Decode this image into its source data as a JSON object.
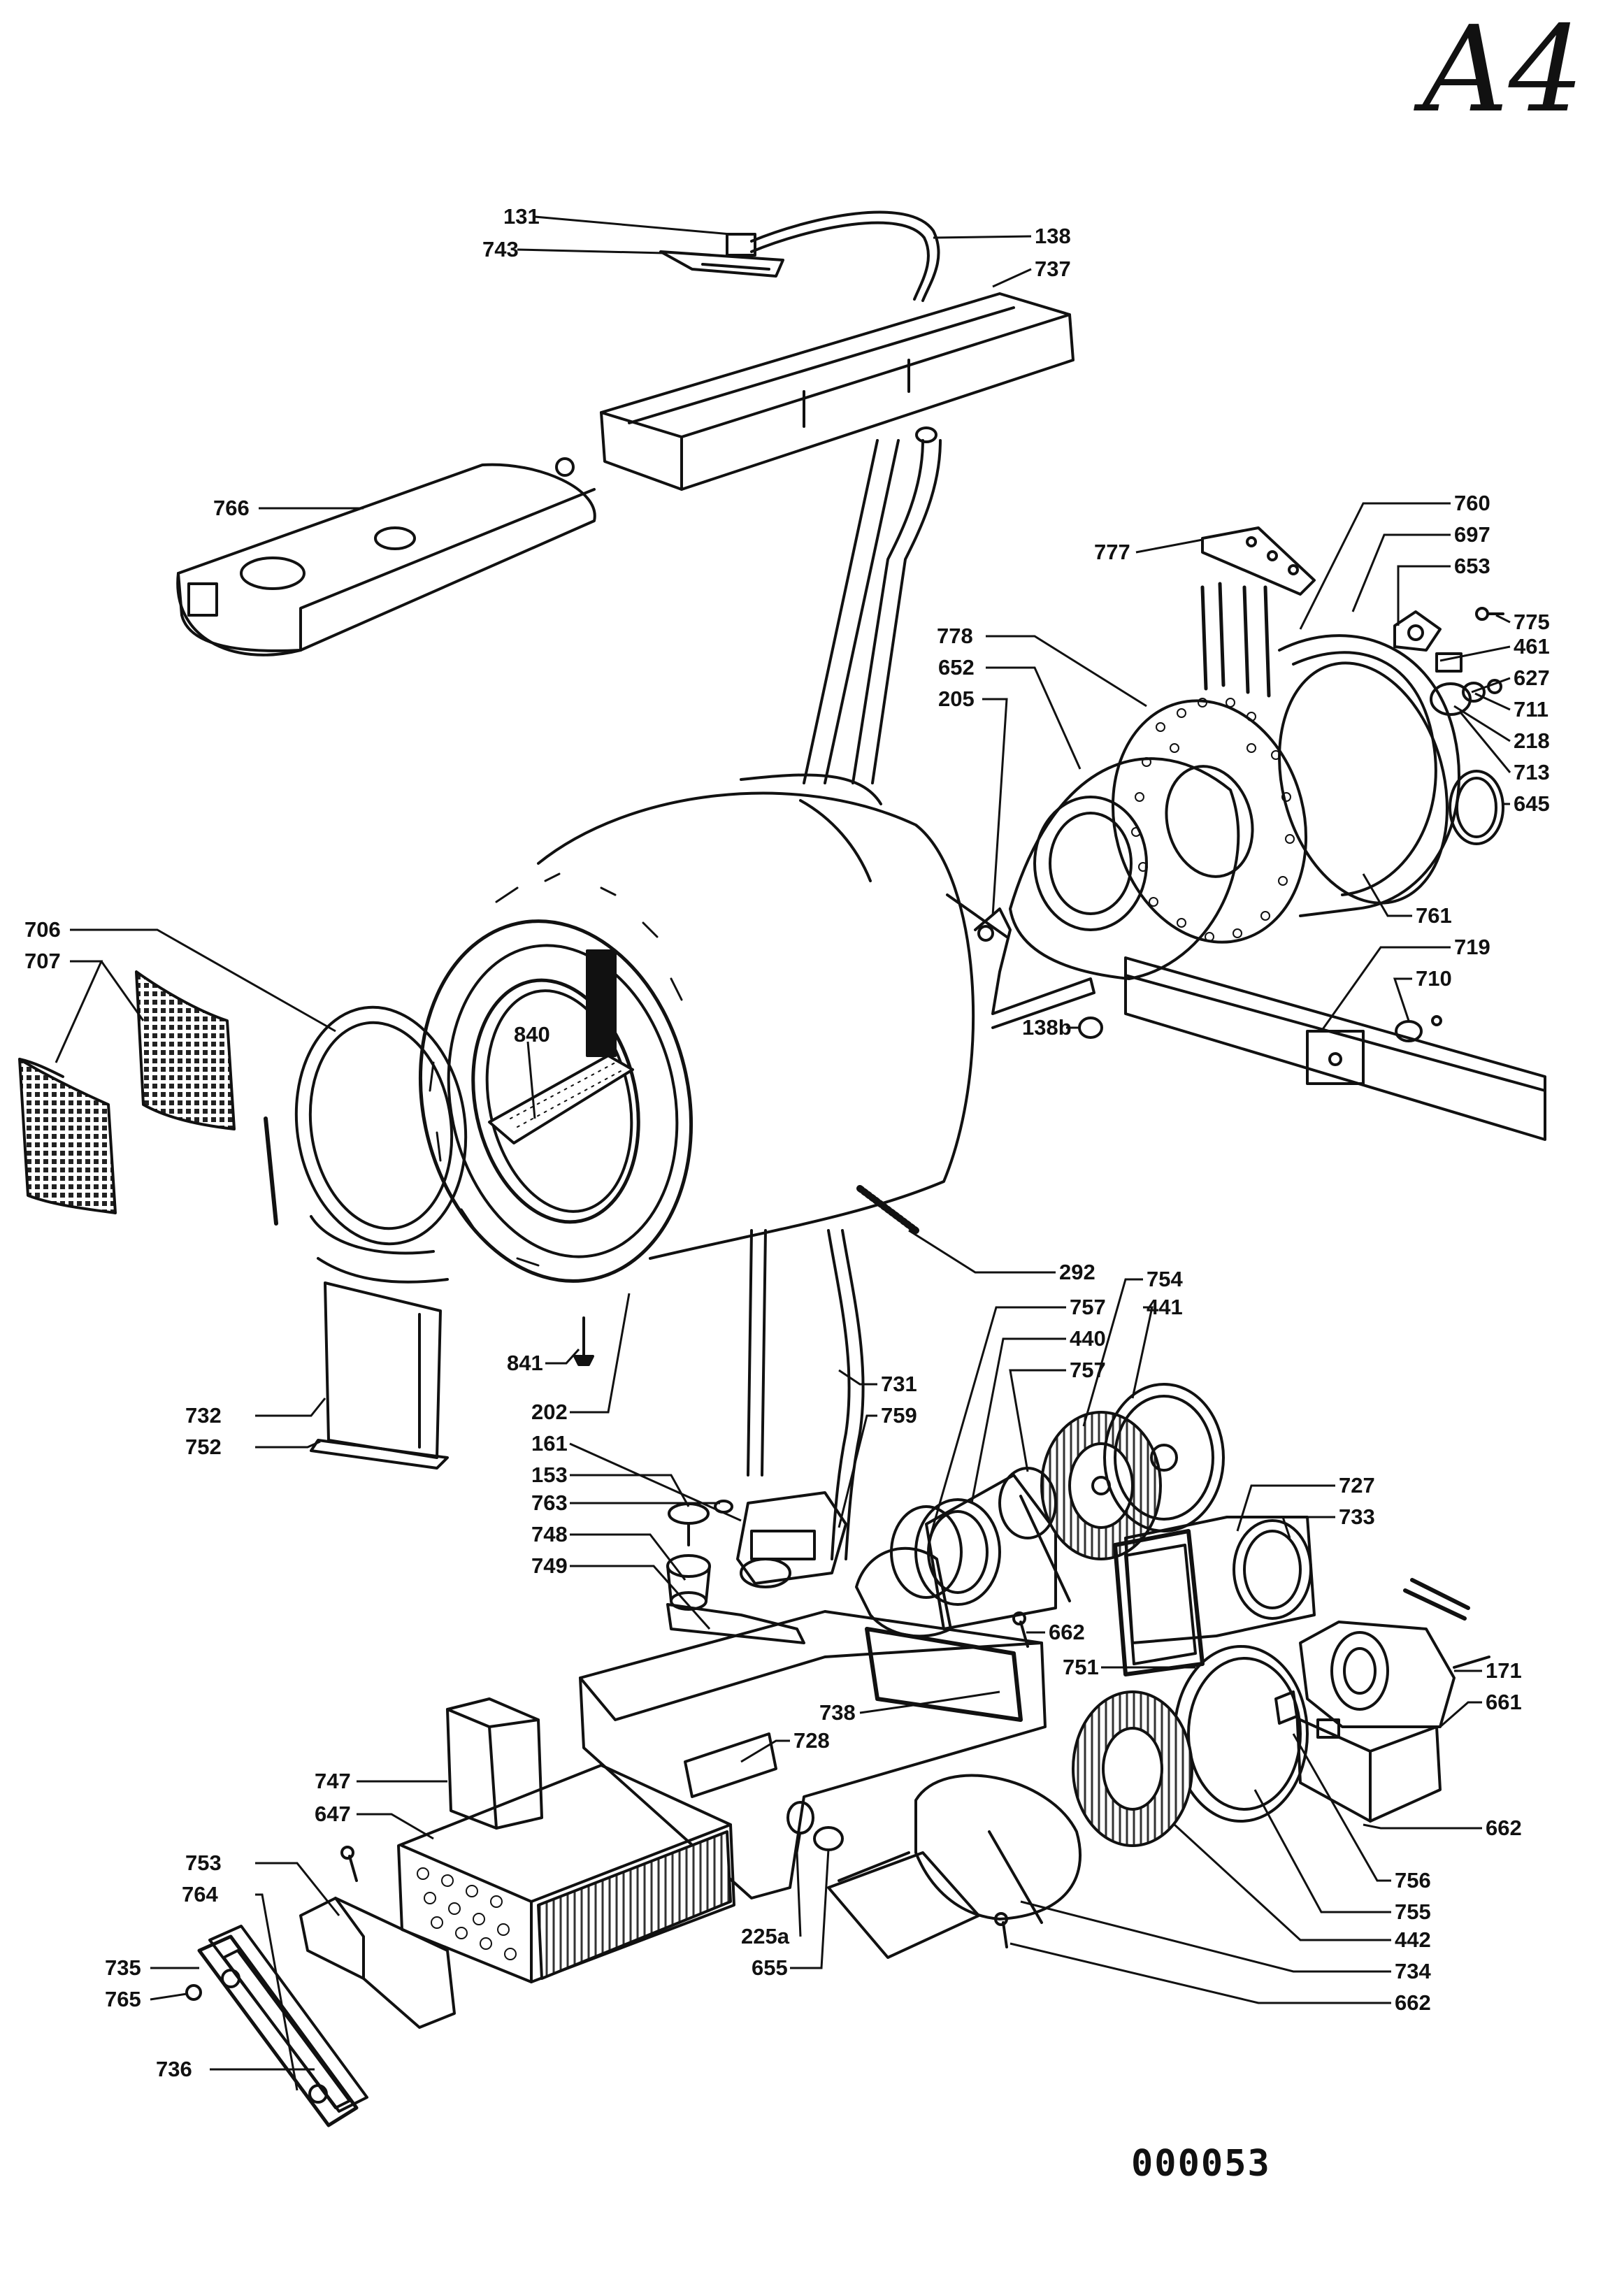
{
  "sheet_tag": "A4",
  "sheet_number": "000053",
  "callouts": [
    {
      "n": "131"
    },
    {
      "n": "743"
    },
    {
      "n": "138"
    },
    {
      "n": "737"
    },
    {
      "n": "766"
    },
    {
      "n": "777"
    },
    {
      "n": "760"
    },
    {
      "n": "697"
    },
    {
      "n": "653"
    },
    {
      "n": "775"
    },
    {
      "n": "461"
    },
    {
      "n": "627"
    },
    {
      "n": "711"
    },
    {
      "n": "218"
    },
    {
      "n": "713"
    },
    {
      "n": "645"
    },
    {
      "n": "778"
    },
    {
      "n": "652"
    },
    {
      "n": "205"
    },
    {
      "n": "761"
    },
    {
      "n": "719"
    },
    {
      "n": "710"
    },
    {
      "n": "138b"
    },
    {
      "n": "706"
    },
    {
      "n": "707"
    },
    {
      "n": "840"
    },
    {
      "n": "292"
    },
    {
      "n": "754"
    },
    {
      "n": "757"
    },
    {
      "n": "441"
    },
    {
      "n": "440"
    },
    {
      "n": "757"
    },
    {
      "n": "841"
    },
    {
      "n": "731"
    },
    {
      "n": "732"
    },
    {
      "n": "202"
    },
    {
      "n": "752"
    },
    {
      "n": "161"
    },
    {
      "n": "759"
    },
    {
      "n": "153"
    },
    {
      "n": "727"
    },
    {
      "n": "763"
    },
    {
      "n": "733"
    },
    {
      "n": "748"
    },
    {
      "n": "749"
    },
    {
      "n": "662"
    },
    {
      "n": "751"
    },
    {
      "n": "171"
    },
    {
      "n": "661"
    },
    {
      "n": "738"
    },
    {
      "n": "728"
    },
    {
      "n": "747"
    },
    {
      "n": "647"
    },
    {
      "n": "662"
    },
    {
      "n": "753"
    },
    {
      "n": "764"
    },
    {
      "n": "756"
    },
    {
      "n": "225a"
    },
    {
      "n": "755"
    },
    {
      "n": "735"
    },
    {
      "n": "655"
    },
    {
      "n": "442"
    },
    {
      "n": "765"
    },
    {
      "n": "734"
    },
    {
      "n": "662"
    },
    {
      "n": "736"
    }
  ]
}
